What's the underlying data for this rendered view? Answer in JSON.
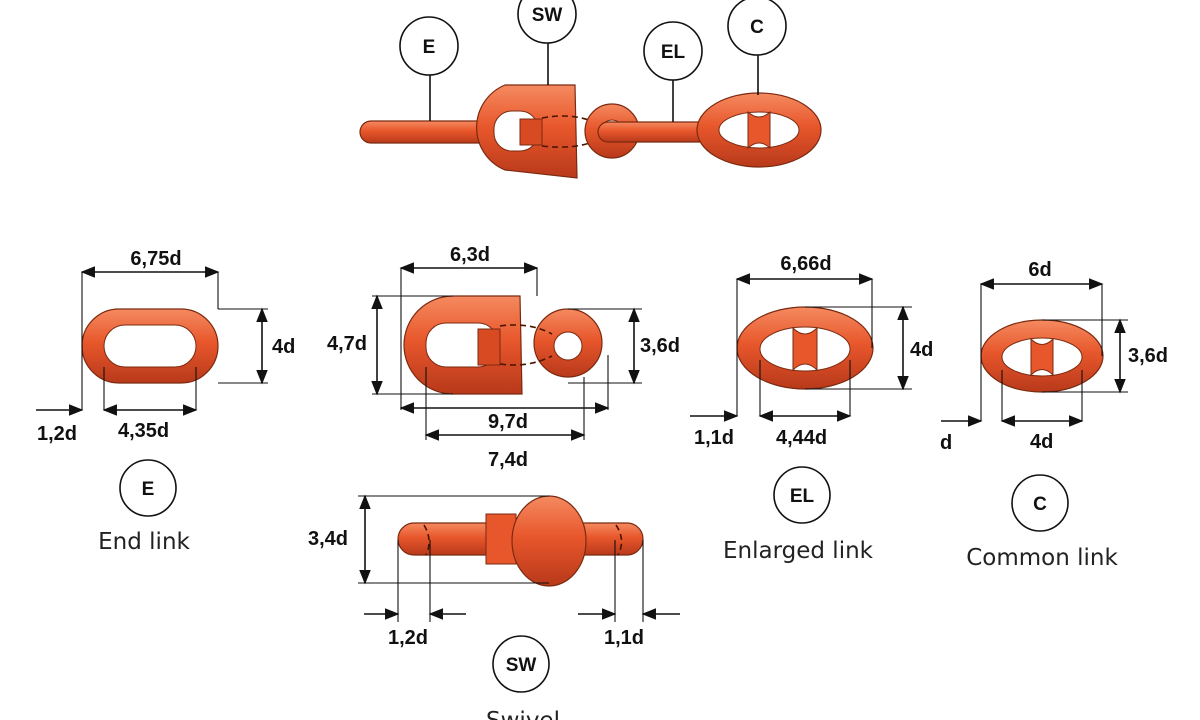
{
  "colors": {
    "chain_fill": "#e8572c",
    "chain_light": "#f58a60",
    "chain_dark": "#b8391a",
    "chain_outline": "#7a2a10",
    "ink": "#111111"
  },
  "overview": {
    "tags": {
      "end": "E",
      "swivel": "SW",
      "enlarged": "EL",
      "common": "C"
    }
  },
  "end_link": {
    "tag": "E",
    "caption": "End link",
    "dims": {
      "length": "6,75d",
      "height": "4d",
      "bar": "1,2d",
      "inner": "4,35d"
    }
  },
  "swivel_top": {
    "dims": {
      "width": "6,3d",
      "height_left": "4,7d",
      "height_right": "3,6d",
      "inner": "9,7d",
      "overall": "7,4d"
    }
  },
  "swivel_side": {
    "tag": "SW",
    "caption": "Swivel",
    "dims": {
      "height": "3,4d",
      "left_bar": "1,2d",
      "right_bar": "1,1d"
    }
  },
  "enlarged_link": {
    "tag": "EL",
    "caption": "Enlarged link",
    "dims": {
      "length": "6,66d",
      "height": "4d",
      "bar": "1,1d",
      "inner": "4,44d"
    }
  },
  "common_link": {
    "tag": "C",
    "caption": "Common link",
    "dims": {
      "length": "6d",
      "height": "3,6d",
      "bar": "d",
      "inner": "4d"
    }
  }
}
